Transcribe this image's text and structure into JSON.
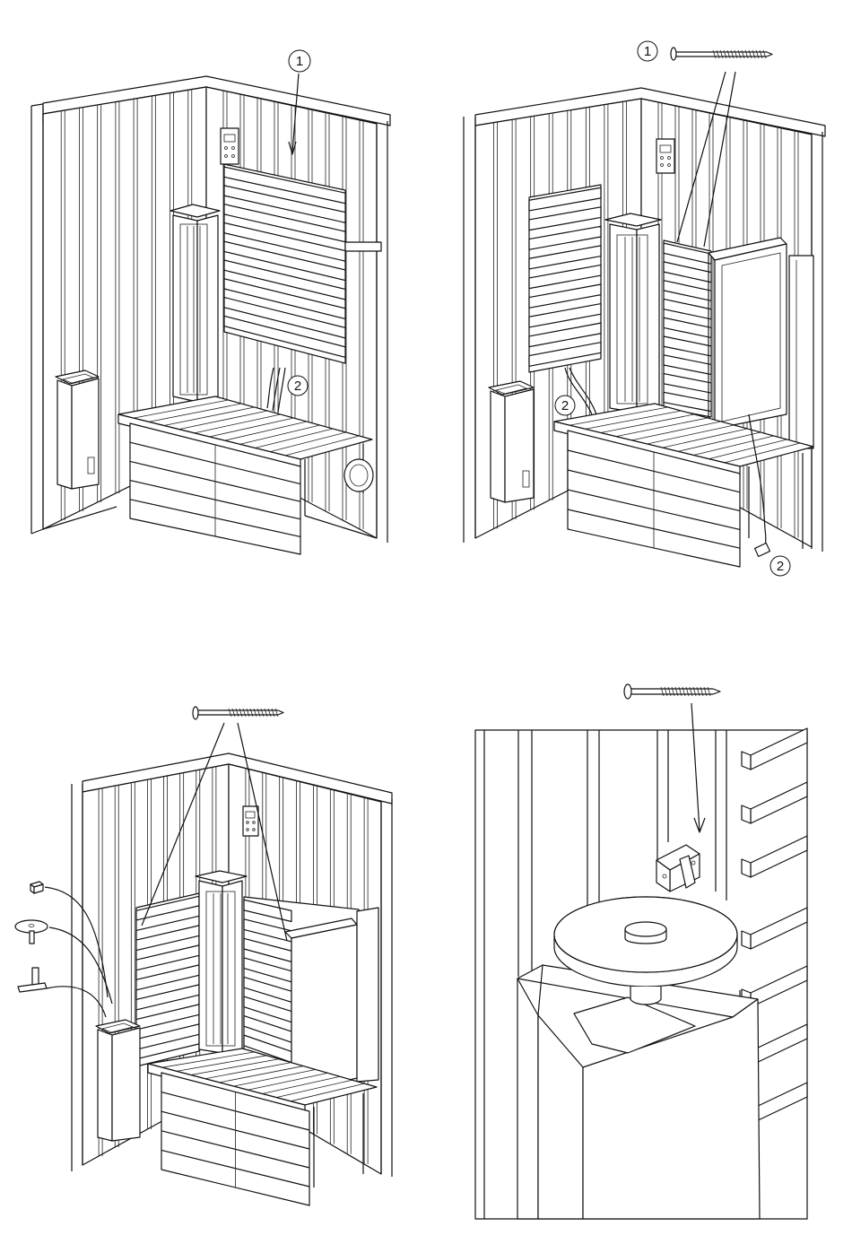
{
  "panels": [
    {
      "id": "panel-1",
      "callouts": [
        "1",
        "2"
      ]
    },
    {
      "id": "panel-2",
      "callouts": [
        "1",
        "2",
        "2"
      ]
    },
    {
      "id": "panel-3",
      "callouts": []
    },
    {
      "id": "panel-4",
      "callouts": []
    }
  ],
  "callout_labels": {
    "one": "1",
    "two": "2"
  }
}
